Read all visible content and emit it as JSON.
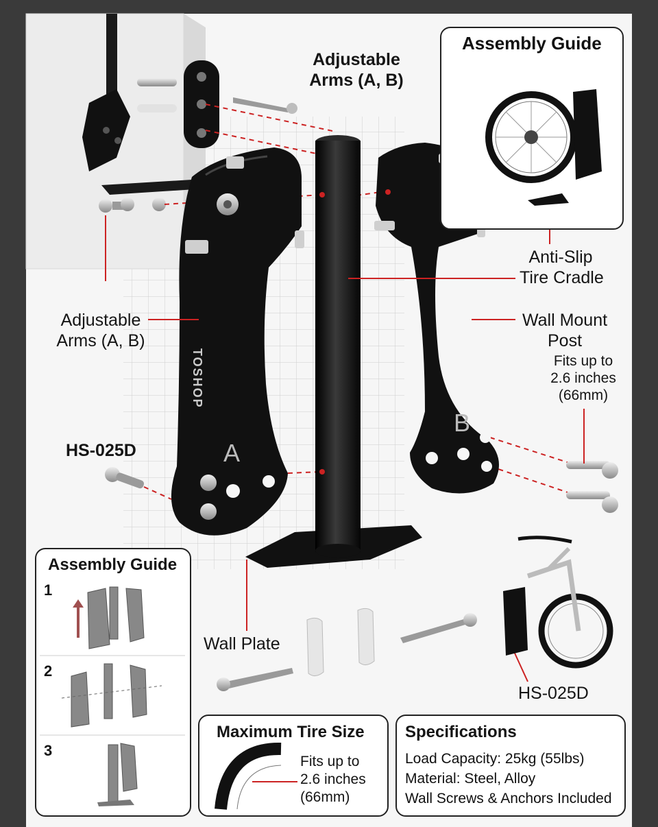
{
  "colors": {
    "accent": "#cc2222",
    "metal": "#111111",
    "background": "#f6f6f6"
  },
  "top_label": {
    "line1": "Adjustable",
    "line2": "Arms (A, B)"
  },
  "assembly_guide_top": {
    "title": "Assembly Guide"
  },
  "callouts": {
    "anti_slip": {
      "line1": "Anti-Slip",
      "line2": "Tire Cradle"
    },
    "wall_post": {
      "line1": "Wall Mount",
      "line2": "Post"
    },
    "fits_right": {
      "line1": "Fits up to",
      "line2": "2.6 inches",
      "line3": "(66mm)"
    },
    "arms_left": {
      "line1": "Adjustable",
      "line2": "Arms (A, B)"
    },
    "model_left": "HS-025D",
    "wall_plate": "Wall Plate",
    "model_right": "HS-025D"
  },
  "arm_letters": {
    "a": "A",
    "b": "B"
  },
  "brand": "TOSHOP",
  "assembly_guide_bottom": {
    "title": "Assembly Guide",
    "steps": [
      "1",
      "2",
      "3"
    ]
  },
  "tire_size": {
    "title": "Maximum Tire Size",
    "line1": "Fits up to",
    "line2": "2.6 inches",
    "line3": "(66mm)"
  },
  "specifications": {
    "title": "Specifications",
    "lines": [
      "Load Capacity: 25kg (55lbs)",
      "Material: Steel, Alloy",
      "Wall Screws & Anchors Included"
    ]
  }
}
